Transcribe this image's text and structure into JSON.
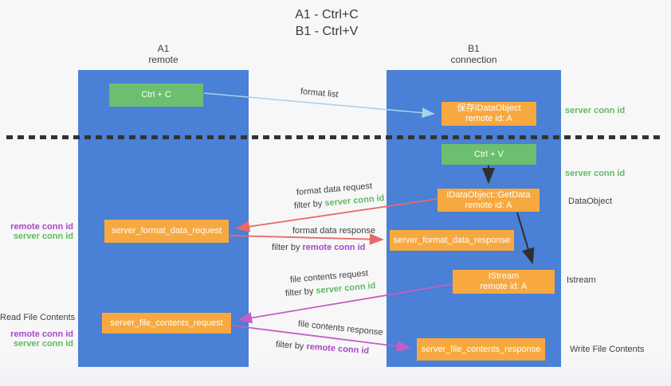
{
  "title": {
    "line1": "A1 - Ctrl+C",
    "line2": "B1 - Ctrl+V"
  },
  "columns": {
    "left": {
      "name": "A1",
      "subtitle": "remote"
    },
    "right": {
      "name": "B1",
      "subtitle": "connection"
    }
  },
  "nodes": {
    "ctrl_c": {
      "label": "Ctrl + C"
    },
    "save_dataobject": {
      "line1": "保存IDataObject",
      "line2": "remote id: A"
    },
    "ctrl_v": {
      "label": "Ctrl + V"
    },
    "getdata": {
      "line1": "IDataObject::GetData",
      "line2": "remote id: A"
    },
    "format_request": {
      "label": "server_format_data_request"
    },
    "format_response": {
      "label": "server_format_data_response"
    },
    "istream": {
      "line1": "IStream",
      "line2": "remote id: A"
    },
    "file_request": {
      "label": "server_file_contents_request"
    },
    "file_response": {
      "label": "server_file_contents_response"
    }
  },
  "flow_labels": {
    "format_list": "format list",
    "format_data_request": "format data request",
    "format_data_response": "format data response",
    "file_contents_request": "file contents request",
    "file_contents_response": "file contents response",
    "filter_by": "filter by ",
    "server_conn_id": "server conn id",
    "remote_conn_id": "remote conn id"
  },
  "side_labels": {
    "right": [
      {
        "text": "server conn id"
      },
      {
        "text": "server conn id"
      },
      {
        "text": "DataObject"
      },
      {
        "text": "Istream"
      },
      {
        "text": "Write File Contents"
      }
    ],
    "left": [
      {
        "text": "remote conn id"
      },
      {
        "text": "server conn id"
      },
      {
        "text": "Read File Contents"
      },
      {
        "text": "remote conn id"
      },
      {
        "text": "server conn id"
      }
    ]
  },
  "colors": {
    "column_blue": "#4a80d5",
    "box_orange": "#f7a940",
    "box_green": "#6cbf6e",
    "arrow_red": "#e86868",
    "arrow_magenta": "#c45ec4",
    "arrow_light_blue": "#a8d0f0",
    "arrow_black": "#2e2e2e",
    "text_green": "#5fba61",
    "text_purple": "#a846c8",
    "text_dark": "#3f3f3f"
  }
}
